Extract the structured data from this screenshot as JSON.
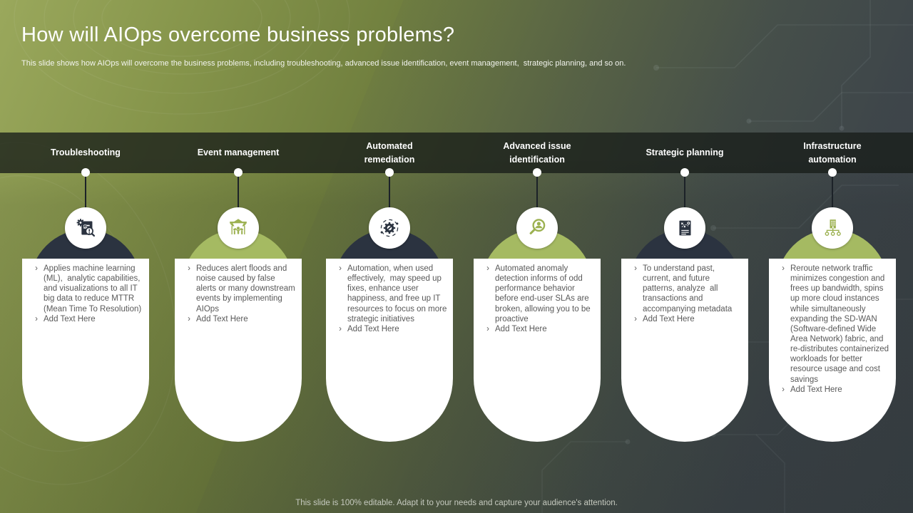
{
  "slide": {
    "title": "How will AIOps overcome business  problems?",
    "subtitle": "This slide shows how AIOps will overcome the business problems, including troubleshooting, advanced issue identification, event management,  strategic planning, and so on.",
    "footer": "This slide is 100% editable. Adapt it to your needs and capture your audience's attention."
  },
  "colors": {
    "accent_green": "#a5ba62",
    "icon_green": "#9cb151",
    "dark_navy": "#2b3340",
    "bullet_text_gray": "#595959",
    "band_dark": "#2e352f"
  },
  "columns": [
    {
      "label": "Troubleshooting",
      "icon": "troubleshooting-document-gear-magnifier-icon",
      "theme": "dark",
      "bullets": [
        "Applies machine learning (ML),  analytic capabilities, and visualizations to all IT  big data to reduce MTTR (Mean Time To Resolution)",
        "Add Text Here"
      ]
    },
    {
      "label": "Event management",
      "icon": "event-stage-people-icon",
      "theme": "green",
      "bullets": [
        "Reduces alert floods and noise caused by false alerts or many downstream events by implementing AIOps",
        "Add Text Here"
      ]
    },
    {
      "label": "Automated remediation",
      "icon": "automation-gear-orbit-icon",
      "theme": "dark",
      "bullets": [
        "Automation, when used effectively,  may speed up fixes, enhance user happiness, and free up IT resources to focus on more strategic initiatives",
        "Add Text Here"
      ]
    },
    {
      "label": "Advanced issue identification",
      "icon": "magnifier-person-icon",
      "theme": "green",
      "bullets": [
        "Automated anomaly detection informs of odd performance behavior before end-user SLAs are broken, allowing you to be proactive",
        "Add Text Here"
      ]
    },
    {
      "label": "Strategic planning",
      "icon": "strategy-plan-document-icon",
      "theme": "dark",
      "bullets": [
        "To understand past, current, and future patterns, analyze  all transactions and accompanying metadata",
        "Add Text Here"
      ]
    },
    {
      "label": "Infrastructure automation",
      "icon": "building-network-nodes-icon",
      "theme": "green",
      "bullets": [
        "Reroute network traffic minimizes congestion and frees up bandwidth, spins up more cloud instances while simultaneously expanding the SD-WAN (Software-defined Wide Area Network) fabric, and re-distributes containerized workloads for better resource usage and cost savings",
        "Add Text Here"
      ]
    }
  ]
}
